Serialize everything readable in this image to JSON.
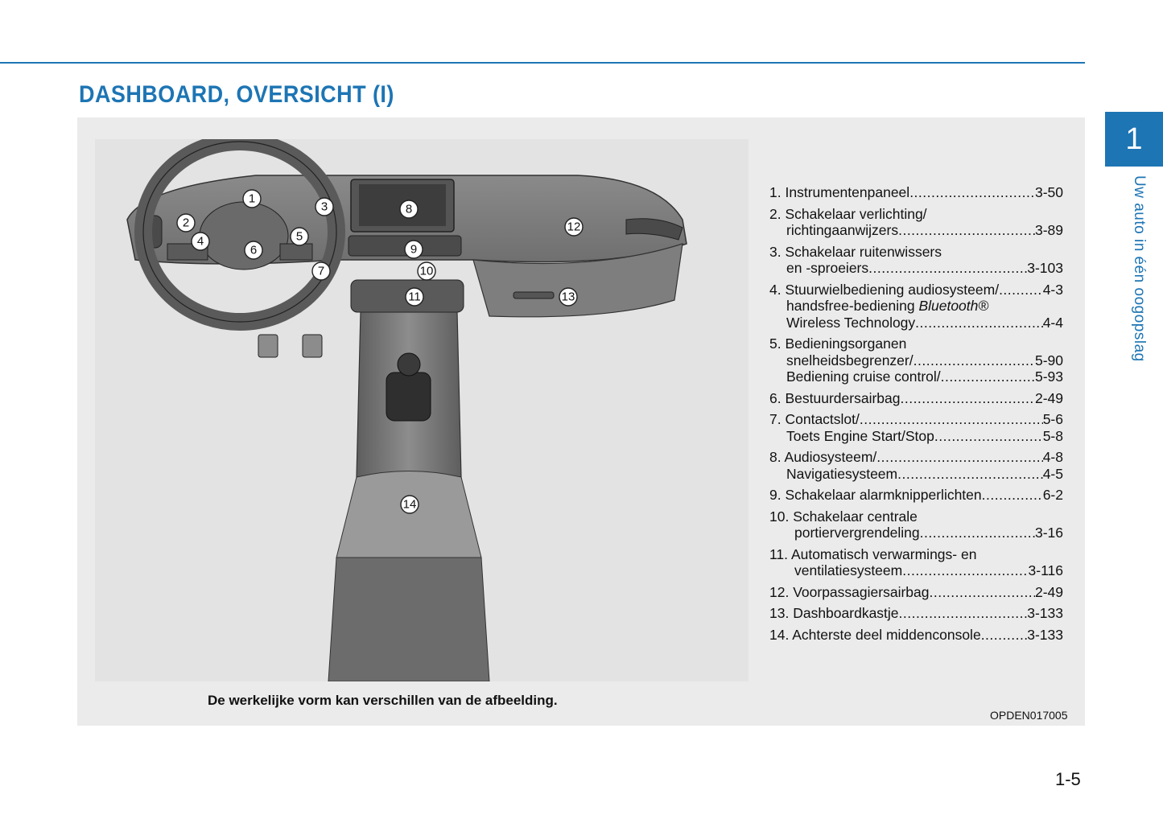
{
  "header": {
    "title": "DASHBOARD, OVERSICHT (I)"
  },
  "chapter": {
    "number": "1",
    "title": "Uw auto in één oogopslag"
  },
  "figure": {
    "caption": "De werkelijke vorm kan verschillen van de afbeelding.",
    "code": "OPDEN017005",
    "callouts": [
      "1",
      "2",
      "3",
      "4",
      "5",
      "6",
      "7",
      "8",
      "9",
      "10",
      "11",
      "12",
      "13",
      "14"
    ]
  },
  "legend": [
    {
      "no": "1.",
      "lines": [
        {
          "text": "Instrumentenpaneel",
          "page": "3-50"
        }
      ]
    },
    {
      "no": "2.",
      "lines": [
        {
          "text": "Schakelaar verlichting/",
          "page": ""
        },
        {
          "text": "richtingaanwijzers ",
          "page": "3-89"
        }
      ]
    },
    {
      "no": "3.",
      "lines": [
        {
          "text": "Schakelaar ruitenwissers",
          "page": ""
        },
        {
          "text": "en -sproeiers ",
          "page": "3-103"
        }
      ]
    },
    {
      "no": "4.",
      "lines": [
        {
          "text": "Stuurwielbediening audiosysteem/ ",
          "page": "4-3"
        },
        {
          "text": "handsfree-bediening ",
          "em": "Bluetooth®",
          "page": ""
        },
        {
          "text": "Wireless Technology ",
          "page": "4-4"
        }
      ]
    },
    {
      "no": "5.",
      "lines": [
        {
          "text": "Bedieningsorganen",
          "page": ""
        },
        {
          "text": "snelheidsbegrenzer/",
          "page": "5-90"
        },
        {
          "text": "Bediening cruise control/ ",
          "page": "5-93"
        }
      ]
    },
    {
      "no": "6.",
      "lines": [
        {
          "text": "Bestuurdersairbag ",
          "page": "2-49"
        }
      ]
    },
    {
      "no": "7.",
      "lines": [
        {
          "text": "Contactslot/ ",
          "page": "5-6"
        },
        {
          "text": "Toets Engine Start/Stop",
          "page": "5-8"
        }
      ]
    },
    {
      "no": "8.",
      "lines": [
        {
          "text": "Audiosysteem/ ",
          "page": "4-8"
        },
        {
          "text": "Navigatiesysteem",
          "page": "4-5"
        }
      ]
    },
    {
      "no": "9.",
      "lines": [
        {
          "text": "Schakelaar alarmknipperlichten",
          "page": "6-2"
        }
      ]
    },
    {
      "no": "10.",
      "lines": [
        {
          "text": "Schakelaar centrale",
          "page": ""
        },
        {
          "text": "portiervergrendeling",
          "page": "3-16"
        }
      ]
    },
    {
      "no": "11.",
      "lines": [
        {
          "text": "Automatisch verwarmings- en",
          "page": ""
        },
        {
          "text": "ventilatiesysteem ",
          "page": "3-116"
        }
      ]
    },
    {
      "no": "12.",
      "lines": [
        {
          "text": "Voorpassagiersairbag ",
          "page": "2-49"
        }
      ]
    },
    {
      "no": "13.",
      "lines": [
        {
          "text": "Dashboardkastje ",
          "page": "3-133"
        }
      ]
    },
    {
      "no": "14.",
      "lines": [
        {
          "text": "Achterste deel middenconsole",
          "page": "3-133"
        }
      ]
    }
  ],
  "footer": {
    "page_number": "1-5"
  }
}
